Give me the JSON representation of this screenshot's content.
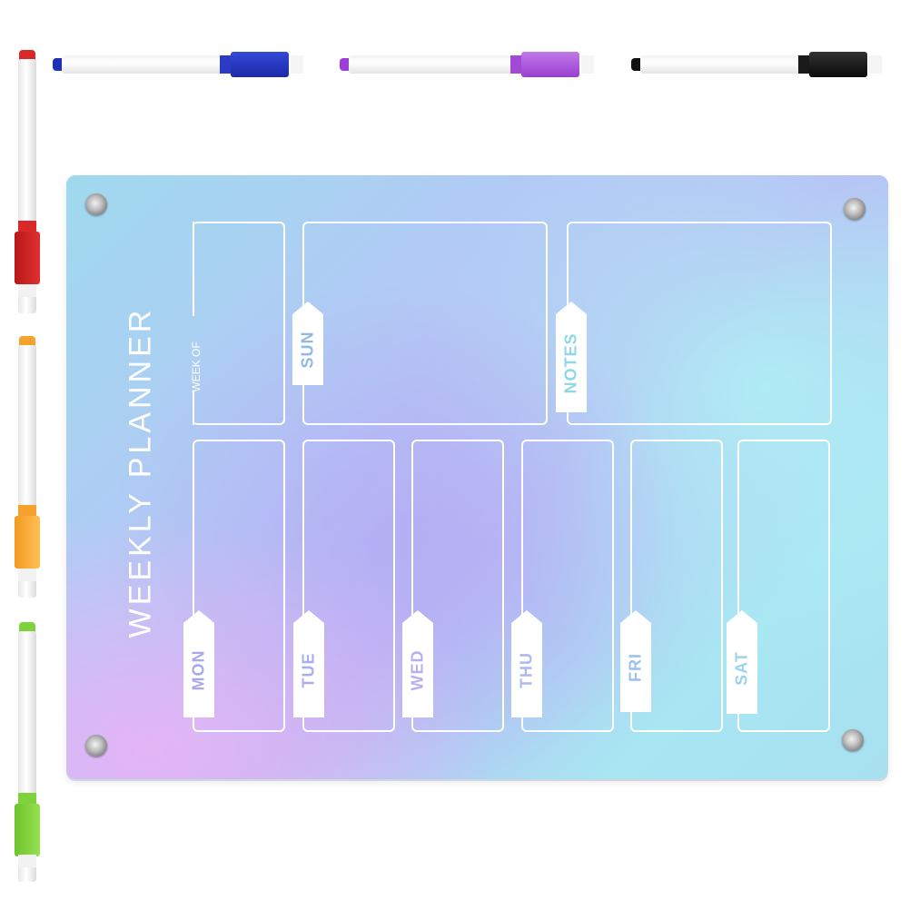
{
  "scene": {
    "description": "Product photo of an acrylic weekly planner board with dry-erase markers",
    "background_color": "#ffffff"
  },
  "board": {
    "title": "WEEKLY PLANNER",
    "week_of_label": "WEEK OF",
    "top_sections": [
      {
        "id": "sun",
        "label": "SUN",
        "text_color": "#8fb8e8"
      },
      {
        "id": "notes",
        "label": "NOTES",
        "text_color": "#8fd8e6"
      }
    ],
    "day_sections": [
      {
        "id": "mon",
        "label": "MON",
        "text_color": "#a9a8ea"
      },
      {
        "id": "tue",
        "label": "TUE",
        "text_color": "#a8aeee"
      },
      {
        "id": "wed",
        "label": "WED",
        "text_color": "#b6b0f0"
      },
      {
        "id": "thu",
        "label": "THU",
        "text_color": "#b0b8f0"
      },
      {
        "id": "fri",
        "label": "FRI",
        "text_color": "#9cc0f0"
      },
      {
        "id": "sat",
        "label": "SAT",
        "text_color": "#9ad4ee"
      }
    ],
    "screws": 4
  },
  "markers": [
    {
      "id": "red",
      "color": "#d8282a",
      "orientation": "vertical"
    },
    {
      "id": "orange",
      "color": "#f5a32c",
      "orientation": "vertical"
    },
    {
      "id": "green",
      "color": "#7ed23c",
      "orientation": "vertical"
    },
    {
      "id": "blue",
      "color": "#1e2fb8",
      "orientation": "horizontal"
    },
    {
      "id": "purple",
      "color": "#9c3fd6",
      "orientation": "horizontal"
    },
    {
      "id": "black",
      "color": "#111111",
      "orientation": "horizontal"
    }
  ]
}
